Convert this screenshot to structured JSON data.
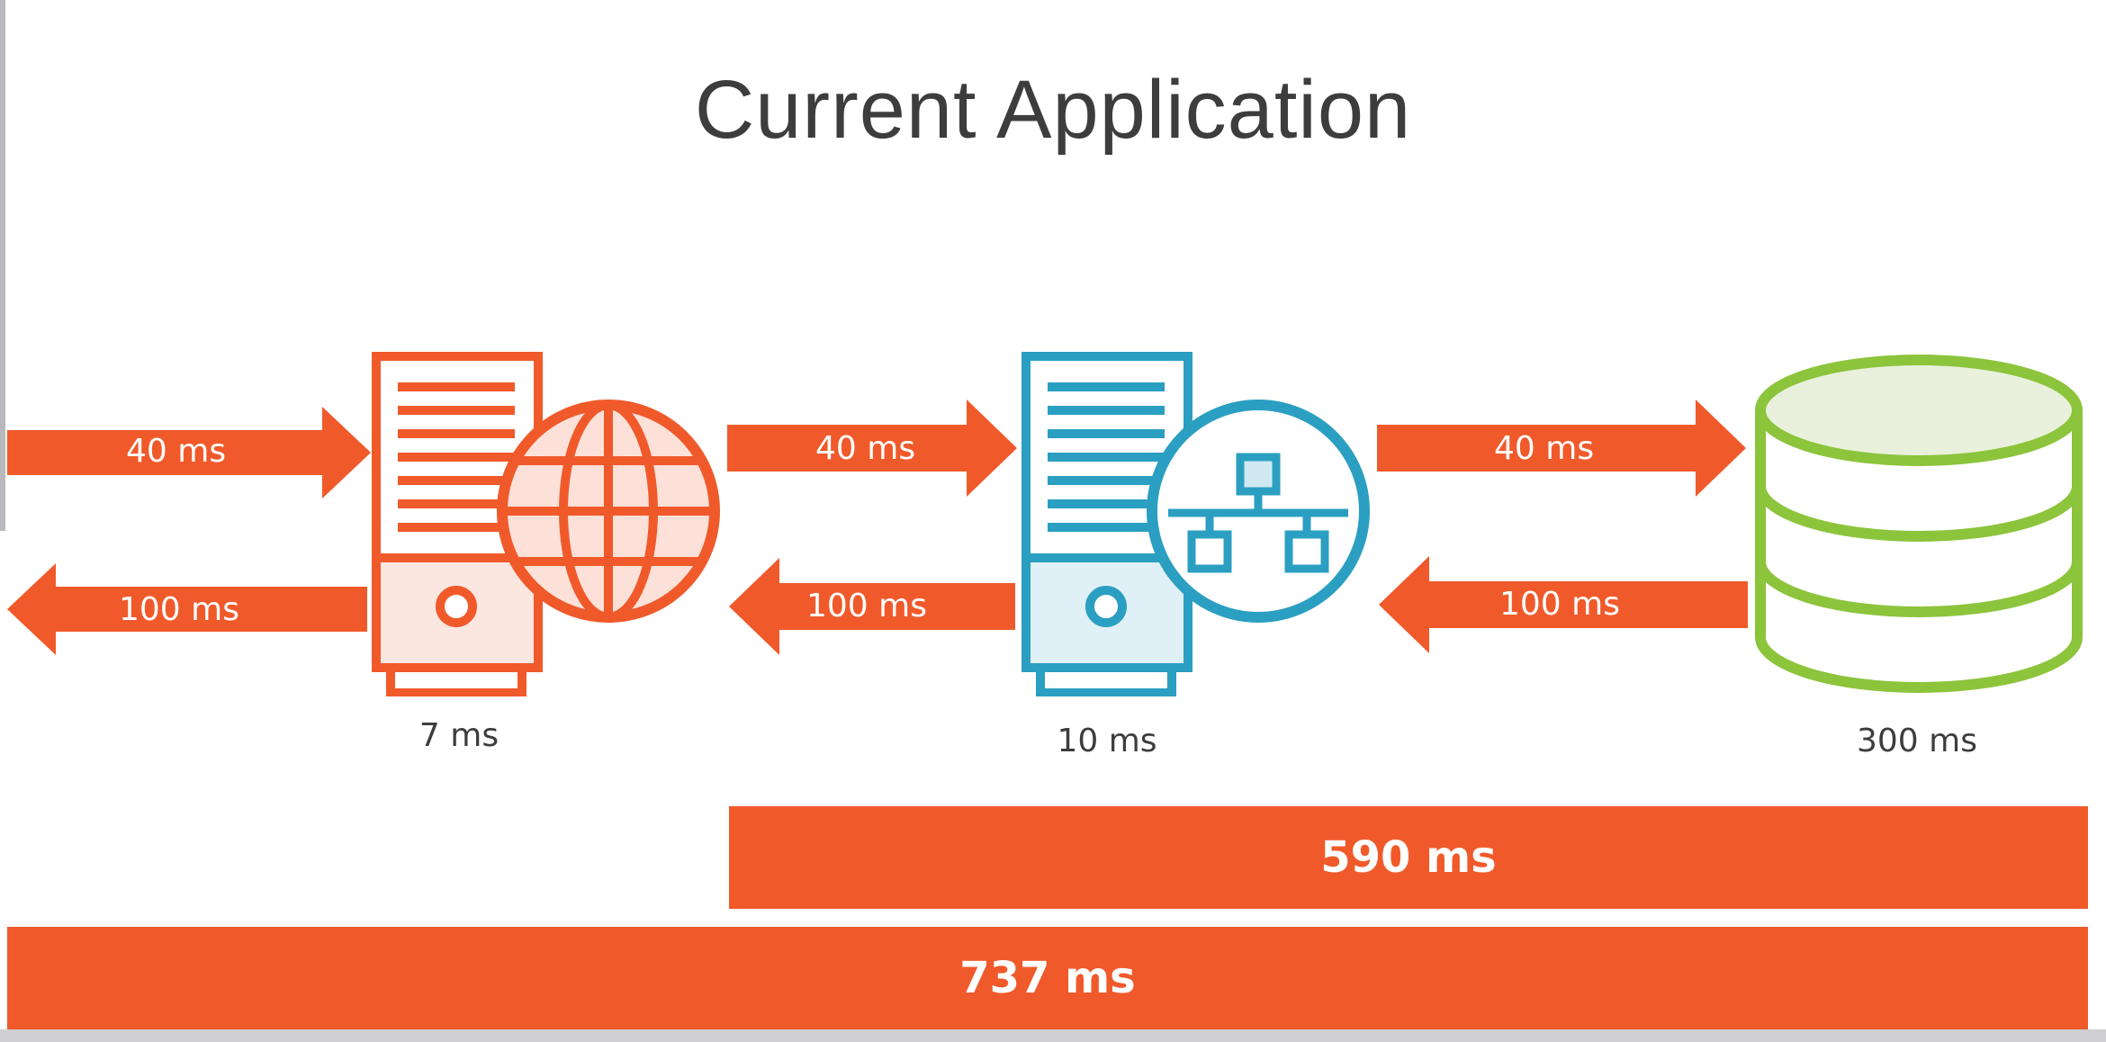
{
  "title": "Current Application",
  "colors": {
    "orange": "#f05a2b",
    "blue": "#2b9fc1",
    "green": "#8cc43c",
    "text": "#3d3d3d"
  },
  "nodes": [
    {
      "icon": "web-server-globe-icon",
      "label": "7 ms"
    },
    {
      "icon": "app-server-network-icon",
      "label": "10 ms"
    },
    {
      "icon": "database-icon",
      "label": "300 ms"
    }
  ],
  "arrows": [
    {
      "direction": "right",
      "label": "40 ms"
    },
    {
      "direction": "left",
      "label": "100 ms"
    },
    {
      "direction": "right",
      "label": "40 ms"
    },
    {
      "direction": "left",
      "label": "100 ms"
    },
    {
      "direction": "right",
      "label": "40 ms"
    },
    {
      "direction": "left",
      "label": "100 ms"
    }
  ],
  "totals": [
    {
      "label": "590 ms"
    },
    {
      "label": "737 ms"
    }
  ]
}
